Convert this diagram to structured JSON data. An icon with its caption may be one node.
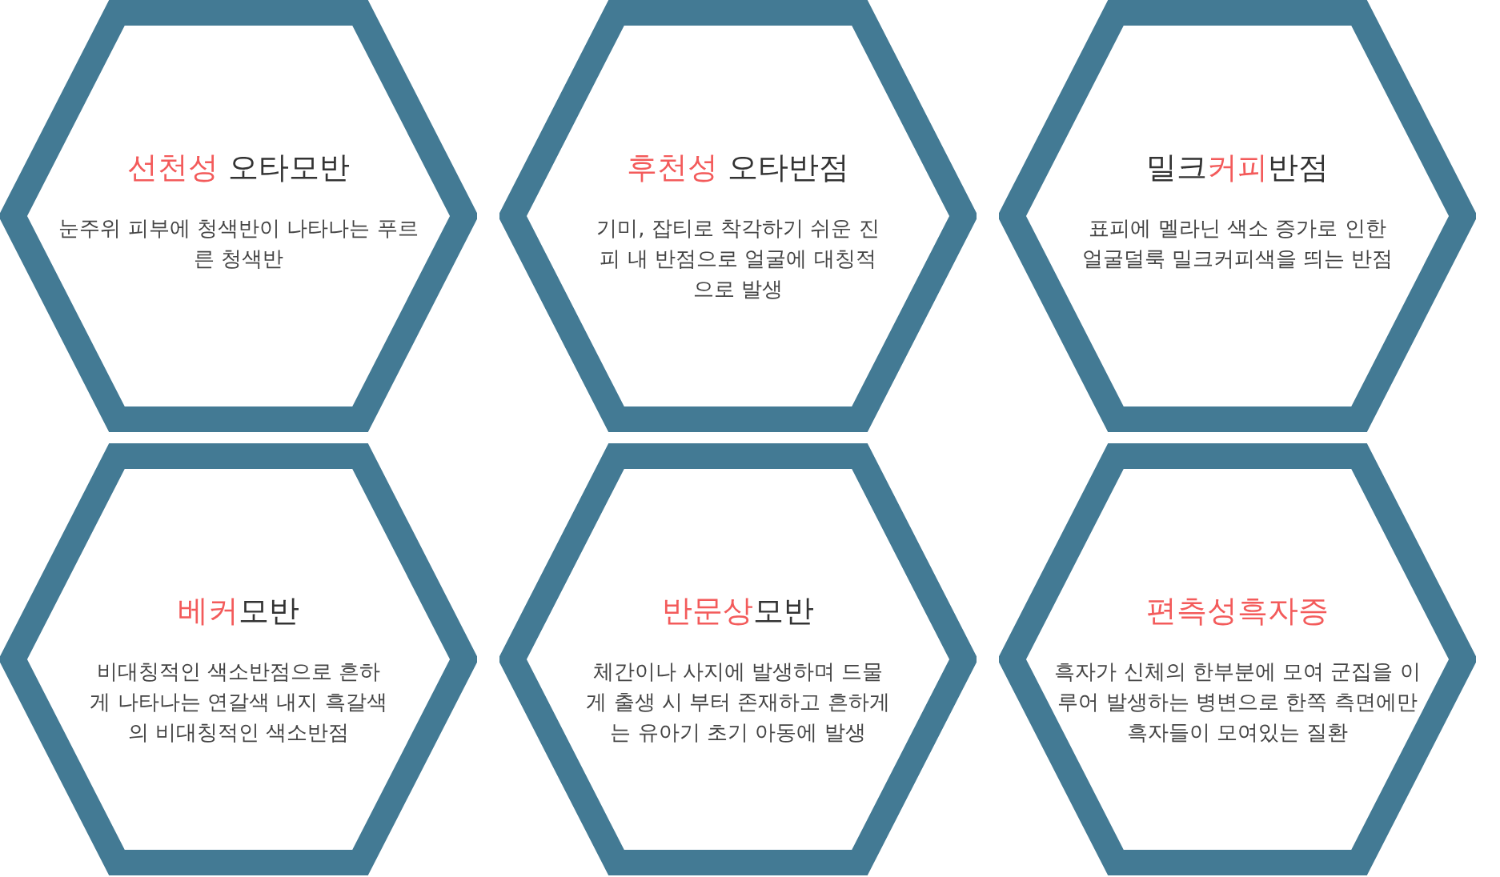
{
  "diagram": {
    "nodes": [
      {
        "text": [
          "**선천성** 오타모반",
          "눈주위 피부에 청색반이 나타나는 푸르른 청색반"
        ]
      },
      {
        "text": [
          "**후천성** 오타반점",
          "기미, 잡티로 착각하기 쉬운 진피 내 반점으로 얼굴에 대칭적으로 발생"
        ]
      },
      {
        "text": [
          "밀크**커피**반점",
          "표피에 멜라닌 색소 증가로 인한 얼굴덜룩 밀크커피색을 띄는 반점"
        ]
      },
      {
        "text": [
          "**베커**모반",
          "비대칭적인 색소반점으로 흔하게 나타나는 연갈색 내지 흑갈색의 비대칭적인 색소반점"
        ]
      },
      {
        "text": [
          "**반문상**모반",
          "체간이나 사지에 발생하며 드물게 출생 시 부터 존재하고 흔하게는 유아기 초기 아동에 발생"
        ]
      },
      {
        "text": [
          "**편측성흑자증**",
          "흑자가 신체의 한부분에 모여 군집을 이루어 발생하는 병변으로 한쪽 측면에만 흑자들이 모여있는 질환"
        ]
      }
    ]
  }
}
